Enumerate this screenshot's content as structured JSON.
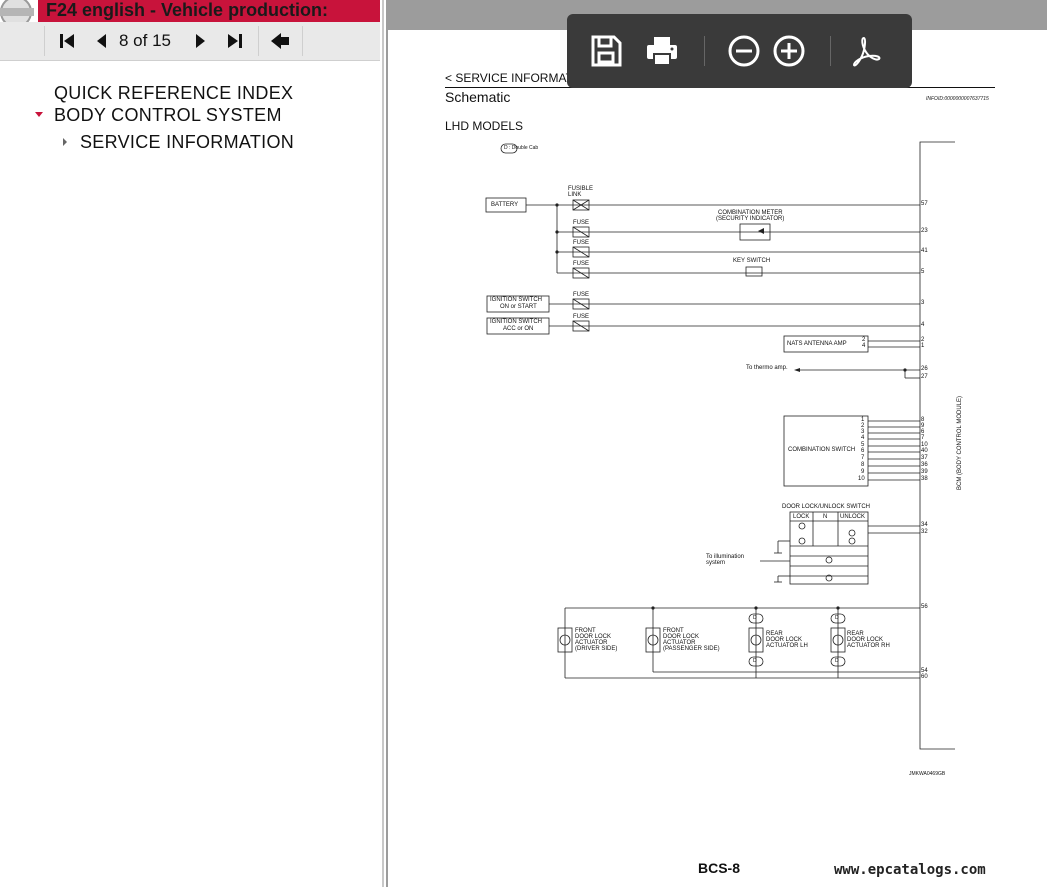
{
  "app": {
    "title": "F24 english - Vehicle production:"
  },
  "nav": {
    "page_indicator": "8 of 15",
    "first_icon": "first-page-icon",
    "prev_icon": "prev-page-icon",
    "next_icon": "next-page-icon",
    "last_icon": "last-page-icon",
    "back_icon": "back-icon"
  },
  "tree": {
    "items": [
      {
        "label": "QUICK REFERENCE INDEX",
        "expander": "none"
      },
      {
        "label": "BODY CONTROL SYSTEM",
        "expander": "expanded"
      },
      {
        "label": "SERVICE INFORMATION",
        "expander": "collapsed"
      }
    ]
  },
  "toolbar": {
    "icons": [
      "save-icon",
      "print-icon",
      "zoom-out-icon",
      "zoom-in-icon",
      "acrobat-icon"
    ]
  },
  "document": {
    "breadcrumb": "< SERVICE INFORMAT",
    "heading": "Schematic",
    "info_id": "INFOID:0000000007637715",
    "section": "LHD MODELS",
    "legend": "D : Double Cab",
    "page_number": "BCS-8",
    "figure_id": "JMKWA0469GB",
    "module_label": "BCM (BODY CONTROL MODULE)",
    "components": {
      "battery": "BATTERY",
      "fusible_link": "FUSIBLE LINK",
      "fuse": "FUSE",
      "combination_meter": "COMBINATION METER",
      "security_indicator": "(SECURITY INDICATOR)",
      "key_switch": "KEY SWITCH",
      "ign_on_start_1": "IGNITION SWITCH",
      "ign_on_start_2": "ON or START",
      "ign_acc_on_1": "IGNITION SWITCH",
      "ign_acc_on_2": "ACC or ON",
      "nats": "NATS ANTENNA AMP",
      "thermo": "To thermo amp.",
      "combination_switch": "COMBINATION SWITCH",
      "door_lock_switch": "DOOR LOCK/UNLOCK SWITCH",
      "lock": "LOCK",
      "n": "N",
      "unlock": "UNLOCK",
      "illum_1": "To illumination",
      "illum_2": "system",
      "act_front_driver": [
        "FRONT",
        "DOOR LOCK",
        "ACTUATOR",
        "(DRIVER SIDE)"
      ],
      "act_front_pass": [
        "FRONT",
        "DOOR LOCK",
        "ACTUATOR",
        "(PASSENGER SIDE)"
      ],
      "act_rear_lh": [
        "REAR",
        "DOOR LOCK",
        "ACTUATOR LH"
      ],
      "act_rear_rh": [
        "REAR",
        "DOOR LOCK",
        "ACTUATOR RH"
      ],
      "d_marker": "D"
    },
    "bcm_pins": [
      "57",
      "23",
      "41",
      "5",
      "3",
      "4",
      "2",
      "1",
      "26",
      "27",
      "8",
      "9",
      "6",
      "7",
      "10",
      "40",
      "37",
      "36",
      "39",
      "38",
      "34",
      "32",
      "56",
      "54",
      "60"
    ],
    "nats_pins": [
      "2",
      "4"
    ],
    "combo_switch_pins": [
      "1",
      "2",
      "3",
      "4",
      "5",
      "6",
      "7",
      "8",
      "9",
      "10"
    ]
  },
  "watermark": "www.epcatalogs.com",
  "colors": {
    "title_bar": "#c8133b",
    "nav_bar": "#e9e9e9",
    "viewer_bg": "#9c9c9c",
    "toolbar_bg": "#3a3a3a",
    "tree_expanded_arrow": "#c8133b"
  }
}
